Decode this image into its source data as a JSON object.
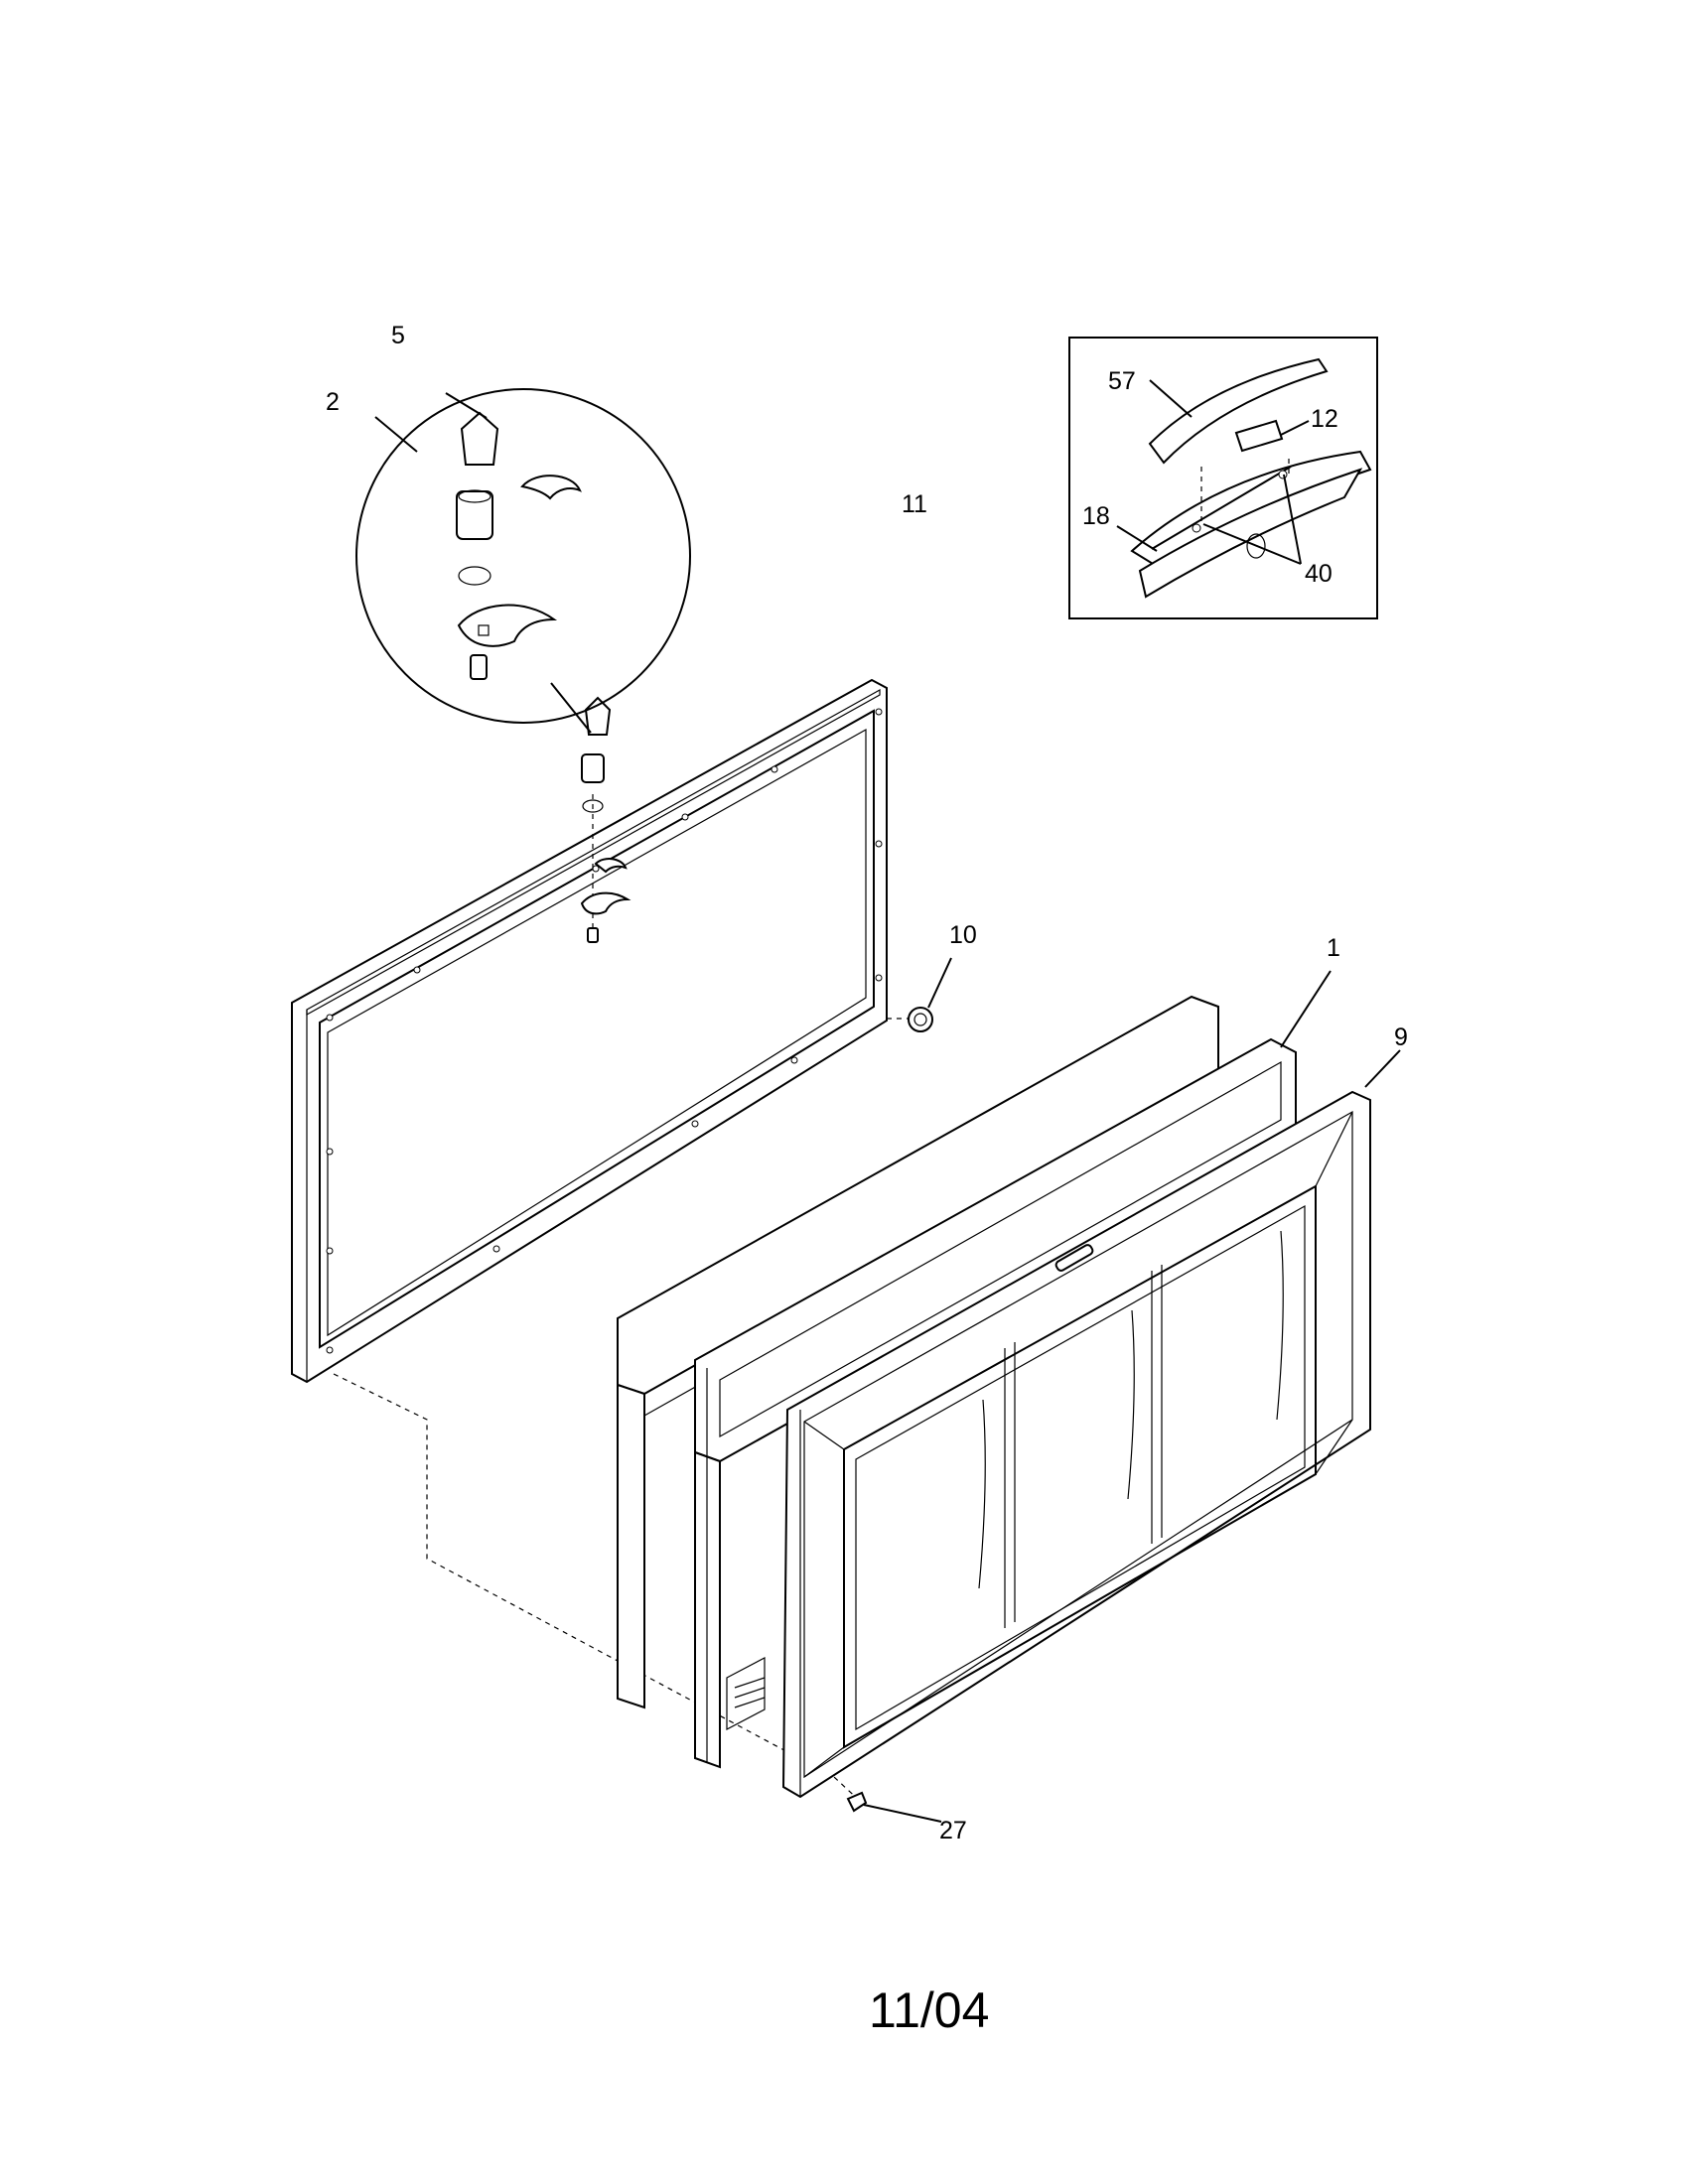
{
  "callouts": {
    "c5": "5",
    "c2": "2",
    "c11": "11",
    "c57": "57",
    "c12": "12",
    "c18": "18",
    "c40": "40",
    "c10": "10",
    "c1": "1",
    "c9": "9",
    "c27": "27"
  },
  "footer": {
    "date": "11/04"
  }
}
